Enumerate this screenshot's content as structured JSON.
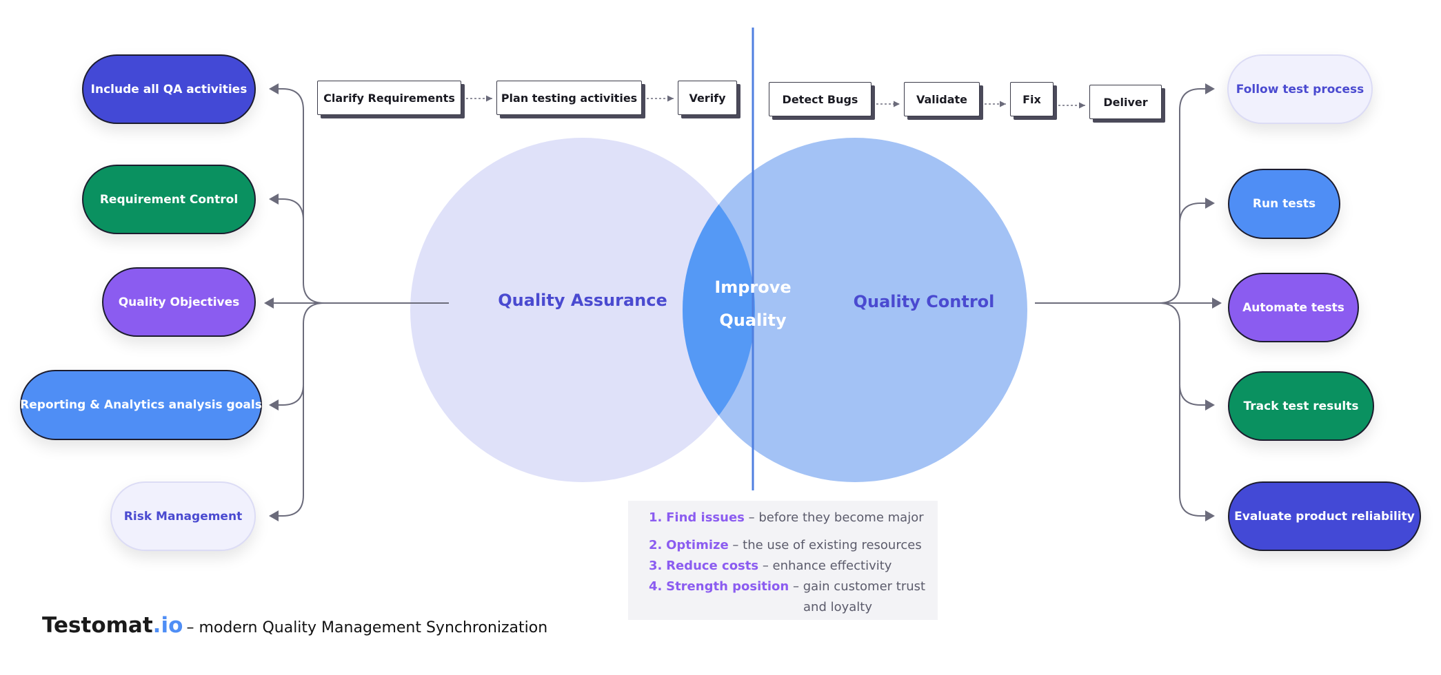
{
  "colors": {
    "indigo": "#4349d6",
    "green": "#0a9160",
    "purple": "#8b5cf0",
    "blue": "#4f8ef5",
    "light": "#f1f1fd",
    "qa_circle": "#dfe1f9",
    "qc_circle": "#a3c2f5",
    "intersection": "#5599f5",
    "accent_text": "#4a4ad0"
  },
  "venn": {
    "left": "Quality Assurance",
    "right": "Quality Control",
    "center_line1": "Improve",
    "center_line2": "Quality"
  },
  "qa_items": [
    "Include all QA activities",
    "Requirement Control",
    "Quality Objectives",
    "Reporting & Analytics analysis goals",
    "Risk Management"
  ],
  "qc_items": [
    "Follow test process",
    "Run tests",
    "Automate tests",
    "Track test results",
    "Evaluate product reliability"
  ],
  "qa_flow": [
    "Clarify Requirements",
    "Plan testing activities",
    "Verify"
  ],
  "qc_flow": [
    "Detect Bugs",
    "Validate",
    "Fix",
    "Deliver"
  ],
  "benefits": [
    {
      "num": "1.",
      "title": "Find issues",
      "desc": "– before they become major"
    },
    {
      "num": "2.",
      "title": "Optimize",
      "desc": "– the use of existing resources"
    },
    {
      "num": "3.",
      "title": "Reduce costs",
      "desc": "– enhance effectivity"
    },
    {
      "num": "4.",
      "title": "Strength position",
      "desc": "– gain customer trust",
      "desc2": "and loyalty"
    }
  ],
  "footer": {
    "brand_main": "Testomat",
    "brand_suffix": ".io",
    "tagline": "– modern Quality Management Synchronization"
  }
}
